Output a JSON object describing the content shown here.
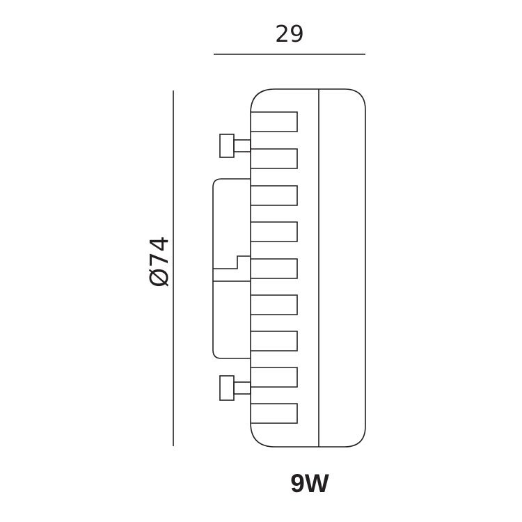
{
  "dimensions": {
    "width": "29",
    "diameter": "Ø74"
  },
  "power_rating": "9W",
  "colors": {
    "line": "#231f20",
    "background": "#ffffff"
  }
}
